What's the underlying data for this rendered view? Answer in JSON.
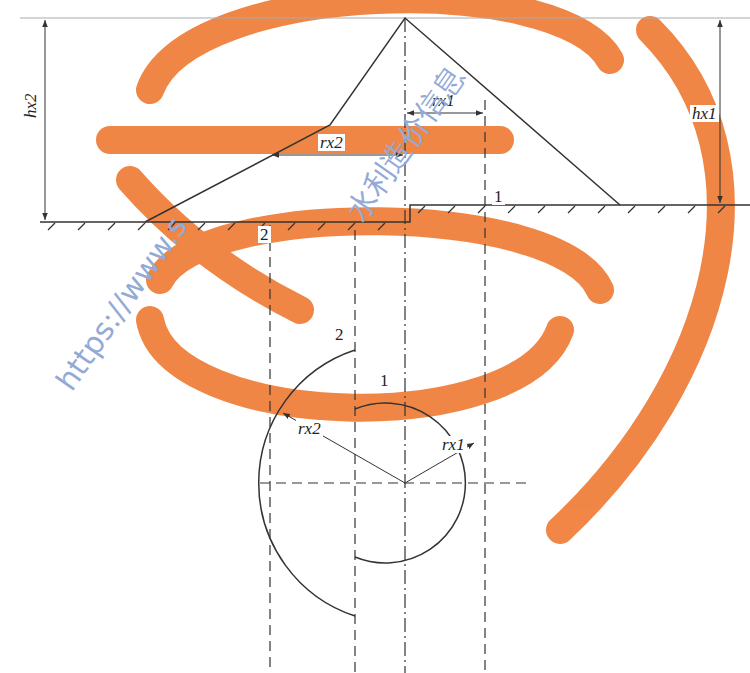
{
  "diagram": {
    "labels": [
      "hx2",
      "rx1",
      "rx2",
      "hx1",
      "1",
      "2",
      "2",
      "1",
      "rx2",
      "rx1",
      "https://www.s",
      "水利造价信息"
    ]
  }
}
